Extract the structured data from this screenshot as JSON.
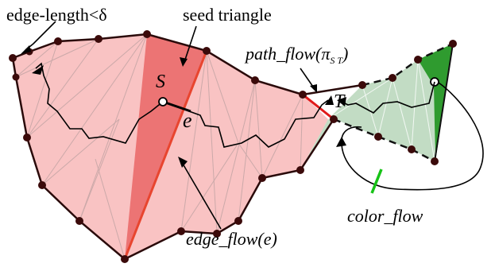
{
  "labels": {
    "edge_length": "edge-length<δ",
    "seed_triangle": "seed triangle",
    "path_flow": "path_flow(π",
    "path_flow_sub": "S T",
    "path_flow_close": ")",
    "S": "S",
    "T": "T",
    "e": "e",
    "color_flow": "color_flow",
    "edge_flow": "edge_flow(e)"
  },
  "colors": {
    "mesh_fill": "#f9c3c3",
    "seed_fill": "#ec7474",
    "seed_edge": "#e8452f",
    "green_light": "#c2dcc4",
    "green_dark": "#2f9b2f",
    "vertex": "#3b0a0a",
    "inner_lines": "#c9a5a5"
  }
}
